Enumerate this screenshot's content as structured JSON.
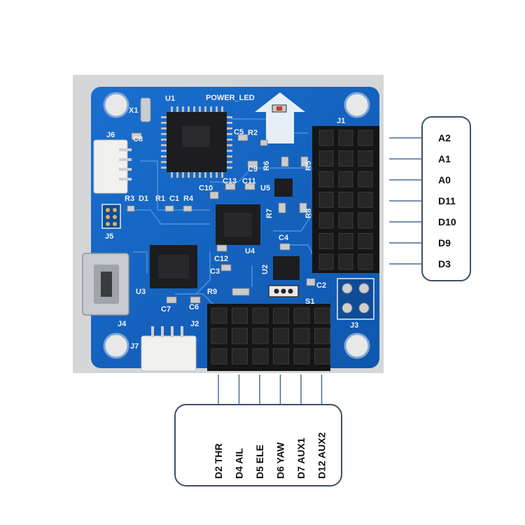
{
  "board": {
    "silkscreen": {
      "power_led": "POWER_LED",
      "u1": "U1",
      "x1": "X1",
      "c8": "C8",
      "c5": "C5",
      "r2": "R2",
      "c9": "C9",
      "r6": "R6",
      "r5": "R5",
      "j1": "J1",
      "j6": "J6",
      "c10": "C10",
      "c13": "C13",
      "c11": "C11",
      "u5": "U5",
      "r3": "R3",
      "d1": "D1",
      "r1": "R1",
      "c1": "C1",
      "r4": "R4",
      "r7": "R7",
      "r8": "R8",
      "j5": "J5",
      "u4": "U4",
      "c4": "C4",
      "c12": "C12",
      "c3": "C3",
      "u2": "U2",
      "u3": "U3",
      "r9": "R9",
      "c2": "C2",
      "c7": "C7",
      "c6": "C6",
      "s1": "S1",
      "j4": "J4",
      "j2": "J2",
      "j3": "J3",
      "j7": "J7"
    }
  },
  "right_pins": [
    "A2",
    "A1",
    "A0",
    "D11",
    "D10",
    "D9",
    "D3"
  ],
  "bottom_pins": [
    "D2 THR",
    "D4 AIL",
    "D5 ELE",
    "D6 YAW",
    "D7 AUX1",
    "D12 AUX2"
  ],
  "colors": {
    "pcb": "#1566c4",
    "pcb_dark": "#0d4f9e",
    "trace": "#3f86d8",
    "callout_border": "#3b4f6b",
    "pin_line": "#4a6d9a"
  }
}
